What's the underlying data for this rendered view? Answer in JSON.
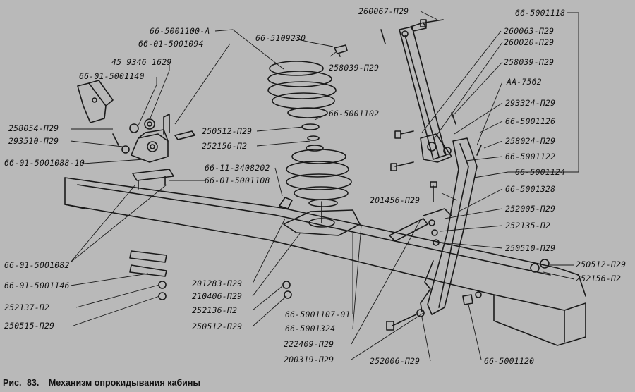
{
  "caption": {
    "prefix": "Рис.",
    "number": "83.",
    "title": "Механизм опрокидывания кабины"
  },
  "labels": {
    "l01": "66-5001100-А",
    "l02": "66-01-5001094",
    "l03": "45 9346 1629",
    "l04": "66-01-5001140",
    "l05": "258054-П29",
    "l06": "293510-П29",
    "l07": "66-01-5001088-10",
    "l08": "66-5109230",
    "l09": "258039-П29",
    "l10": "66-5001102",
    "l11": "250512-П29",
    "l12": "252156-П2",
    "l13": "66-11-3408202",
    "l14": "66-01-5001108",
    "l15": "66-01-5001082",
    "l16": "66-01-5001146",
    "l17": "252137-П2",
    "l18": "250515-П29",
    "l19": "201283-П29",
    "l20": "210406-П29",
    "l21": "252136-П2",
    "l22": "250512-П29",
    "l23": "66-5001107-01",
    "l24": "66-5001324",
    "l25": "222409-П29",
    "l26": "200319-П29",
    "l27": "252006-П29",
    "l28": "66-5001120",
    "l29": "260067-П29",
    "l30": "66-5001118",
    "l31": "260063-П29",
    "l32": "260020-П29",
    "l33": "258039-П29",
    "l34": "АА-7562",
    "l35": "293324-П29",
    "l36": "66-5001126",
    "l37": "258024-П29",
    "l38": "66-5001122",
    "l39": "66-5001124",
    "l40": "201456-П29",
    "l41": "66-5001328",
    "l42": "252005-П29",
    "l43": "252135-П2",
    "l44": "250510-П29",
    "l45": "250512-П29",
    "l46": "252156-П2"
  }
}
